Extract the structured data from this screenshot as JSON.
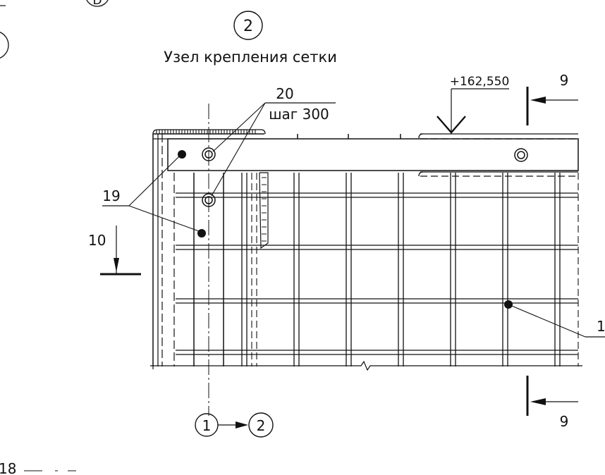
{
  "drawing": {
    "title": "Узел крепления сетки",
    "node_number": "2",
    "elevation": "+162,550",
    "section_cut": "9",
    "section_10": "10",
    "pos_20": "20",
    "pos_20_note": "шаг 300",
    "pos_19": "19",
    "pos_18": "18",
    "axis_from": "1",
    "axis_to": "2",
    "corner_tag": "D",
    "bottom_fragment": "18",
    "line_color": "#111111"
  }
}
